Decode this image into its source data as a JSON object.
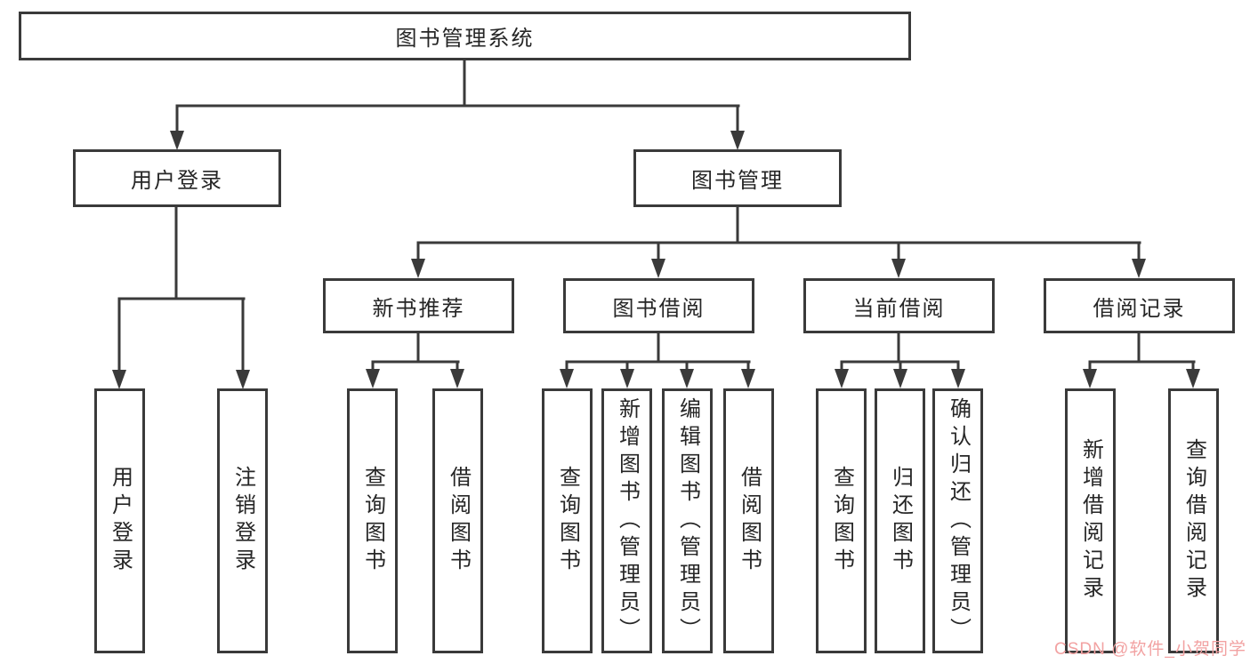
{
  "diagram": {
    "root": {
      "label": "图书管理系统"
    },
    "branches": [
      {
        "label": "用户登录",
        "children": [
          {
            "label": "用户登录"
          },
          {
            "label": "注销登录"
          }
        ]
      },
      {
        "label": "图书管理",
        "children": [
          {
            "label": "新书推荐",
            "children": [
              {
                "label": "查询图书"
              },
              {
                "label": "借阅图书"
              }
            ]
          },
          {
            "label": "图书借阅",
            "children": [
              {
                "label": "查询图书"
              },
              {
                "label": "新增图书（管理员）"
              },
              {
                "label": "编辑图书（管理员）"
              },
              {
                "label": "借阅图书"
              }
            ]
          },
          {
            "label": "当前借阅",
            "children": [
              {
                "label": "查询图书"
              },
              {
                "label": "归还图书"
              },
              {
                "label": "确认归还（管理员）"
              }
            ]
          },
          {
            "label": "借阅记录",
            "children": [
              {
                "label": "新增借阅记录"
              },
              {
                "label": "查询借阅记录"
              }
            ]
          }
        ]
      }
    ]
  },
  "watermark": {
    "text": "CSDN @软件_小贺同学"
  },
  "colors": {
    "line": "#3a3a3a",
    "text": "#262626",
    "watermark_text": "#f2a2a2",
    "background": "#ffffff"
  }
}
